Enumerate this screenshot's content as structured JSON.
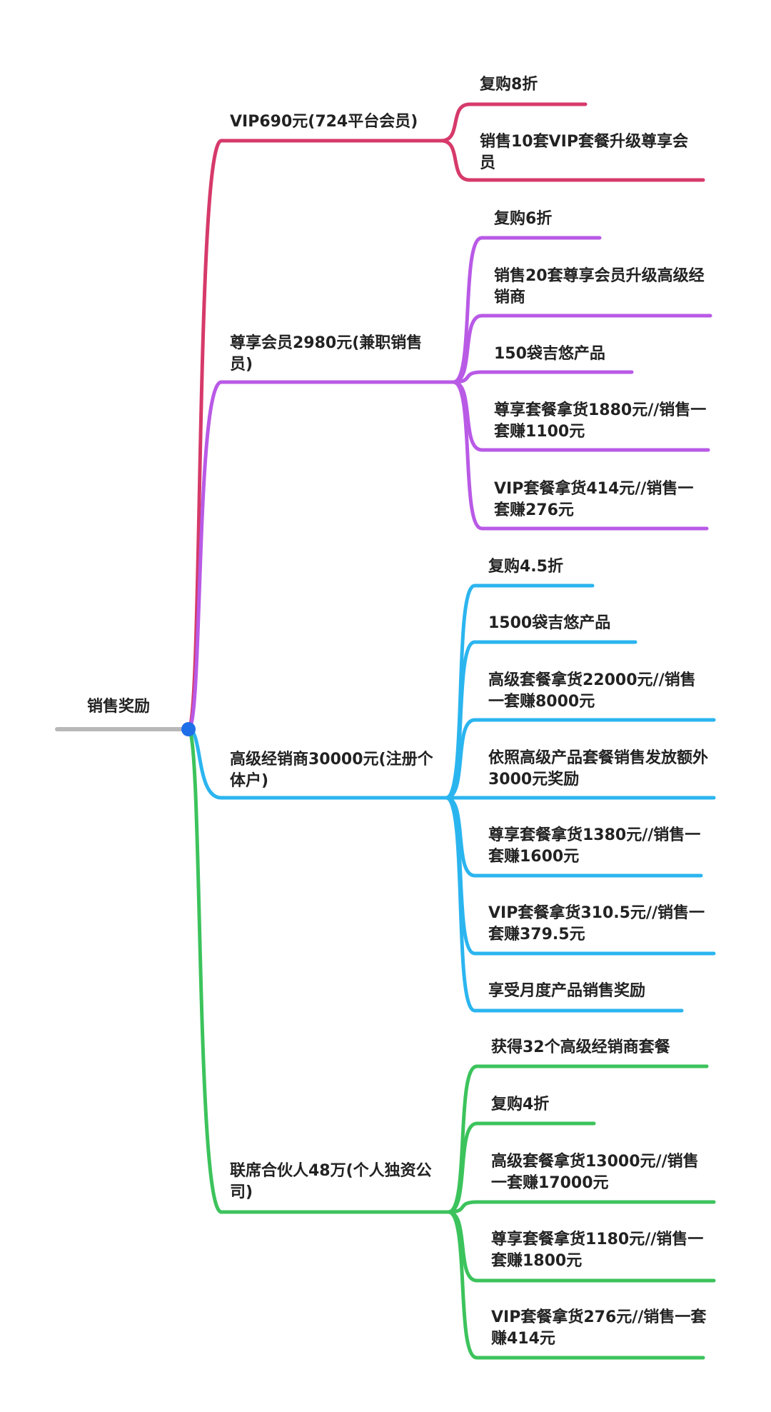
{
  "root": {
    "label": "销售奖励"
  },
  "colors": {
    "root": "#b8b8b8",
    "node": "#1f6fe8",
    "vip": "#d63a6a",
    "zunxiang": "#b95ae6",
    "gaoji": "#2bb5ef",
    "lianxi": "#3cc35c"
  },
  "branches": [
    {
      "label": "VIP690元(724平台会员)",
      "color": "#d63a6a",
      "children": [
        "复购8折",
        "销售10套VIP套餐升级尊享会员"
      ]
    },
    {
      "label": "尊享会员2980元(兼职销售员)",
      "color": "#b95ae6",
      "children": [
        "复购6折",
        "销售20套尊享会员升级高级经销商",
        "150袋吉悠产品",
        "尊享套餐拿货1880元//销售一套赚1100元",
        "VIP套餐拿货414元//销售一套赚276元"
      ]
    },
    {
      "label": "高级经销商30000元(注册个体户)",
      "color": "#2bb5ef",
      "children": [
        "复购4.5折",
        "1500袋吉悠产品",
        "高级套餐拿货22000元//销售一套赚8000元",
        "依照高级产品套餐销售发放额外3000元奖励",
        "尊享套餐拿货1380元//销售一套赚1600元",
        "VIP套餐拿货310.5元//销售一套赚379.5元",
        "享受月度产品销售奖励"
      ]
    },
    {
      "label": "联席合伙人48万(个人独资公司)",
      "color": "#3cc35c",
      "children": [
        "获得32个高级经销商套餐",
        "复购4折",
        "高级套餐拿货13000元//销售一套赚17000元",
        "尊享套餐拿货1180元//销售一套赚1800元",
        "VIP套餐拿货276元//销售一套赚414元"
      ]
    }
  ]
}
